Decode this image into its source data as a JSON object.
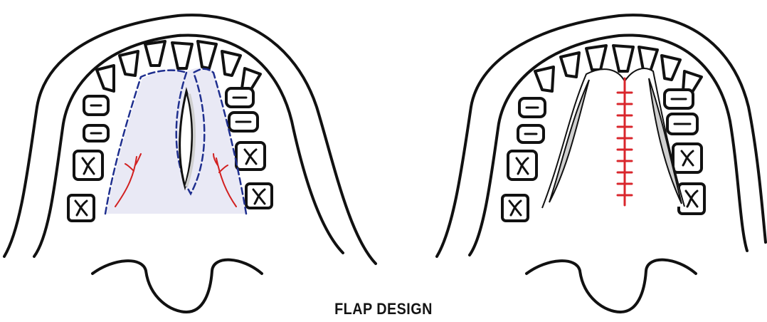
{
  "caption": "FLAP DESIGN",
  "colors": {
    "ink": "#111111",
    "flap_fill": "#e9e9f5",
    "incision_dash": "#1f2f8f",
    "vessel": "#d22020",
    "suture": "#d9262c",
    "raw_area": "#cfcfcf"
  },
  "panels": [
    {
      "view": "before",
      "elements": [
        "outer-arch",
        "inner-arch",
        "teeth",
        "palatal-flaps",
        "cleft",
        "greater-palatine-vessels",
        "lower-outline"
      ]
    },
    {
      "view": "after",
      "elements": [
        "outer-arch",
        "inner-arch",
        "teeth",
        "lateral-raw-areas",
        "midline-suture",
        "lower-outline"
      ]
    }
  ]
}
